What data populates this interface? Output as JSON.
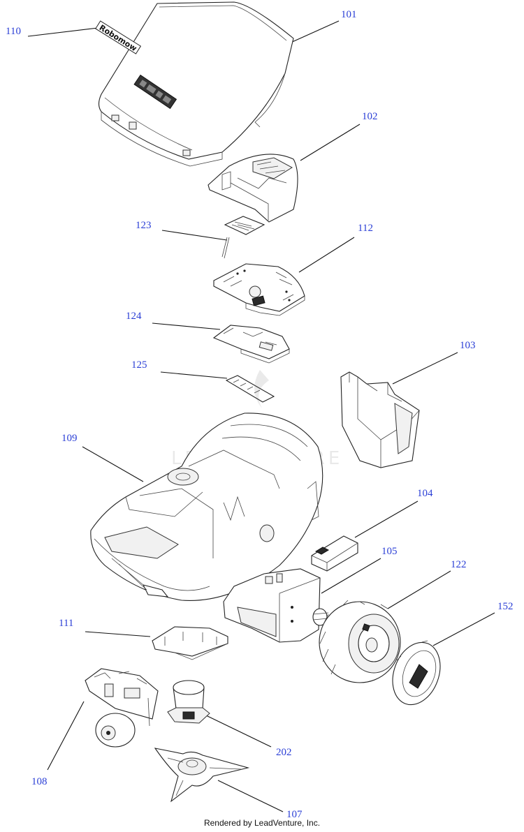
{
  "callouts": {
    "c101": "101",
    "c110": "110",
    "c102": "102",
    "c123": "123",
    "c112": "112",
    "c124": "124",
    "c125": "125",
    "c103": "103",
    "c109": "109",
    "c104": "104",
    "c105": "105",
    "c122": "122",
    "c152": "152",
    "c111": "111",
    "c108": "108",
    "c202": "202",
    "c107": "107"
  },
  "logo_text": "Robomow",
  "footer": "Rendered by LeadVenture, Inc.",
  "colors": {
    "callout": "#2b3fd6",
    "line": "#111111"
  }
}
